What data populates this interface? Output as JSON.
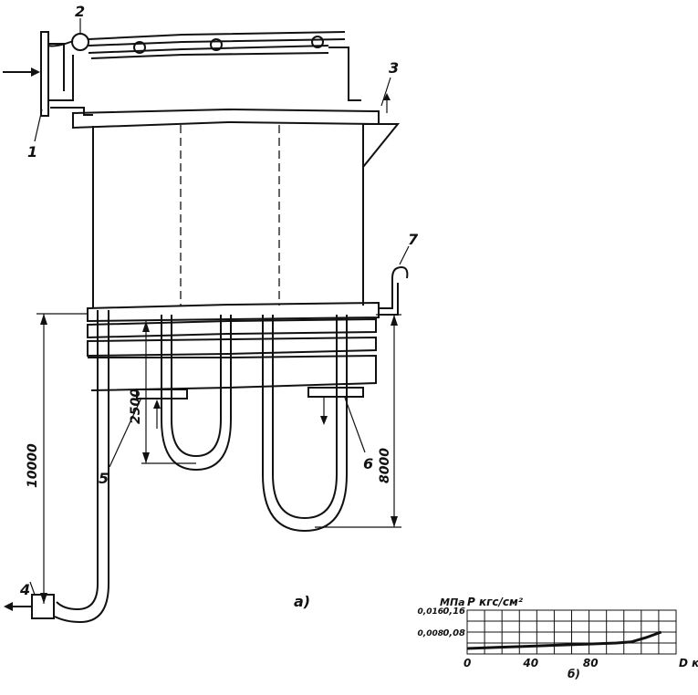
{
  "diagram": {
    "callouts": [
      "1",
      "2",
      "3",
      "4",
      "5",
      "6",
      "7"
    ],
    "dimensions": {
      "total_height": "10000",
      "short_loop": "2500",
      "long_loop": "8000"
    },
    "caption_a": "а)",
    "caption_b": "б)"
  },
  "chart_data": {
    "type": "line",
    "xlabel": "D кг/ч",
    "ylabel_si": "МПа",
    "ylabel_tech": "P кгс/см²",
    "x_ticks": [
      "0",
      "40",
      "80"
    ],
    "y_ticks_si": [
      "0,008",
      "0,016"
    ],
    "y_ticks_tech": [
      "0,08",
      "0,16"
    ],
    "xlim": [
      0,
      140
    ],
    "ylim": [
      0,
      0.16
    ],
    "grid": true,
    "series": [
      {
        "x": [
          0,
          20,
          40,
          60,
          80,
          100,
          110,
          120,
          130
        ],
        "y": [
          0.02,
          0.024,
          0.028,
          0.032,
          0.036,
          0.04,
          0.044,
          0.06,
          0.08
        ]
      }
    ]
  }
}
